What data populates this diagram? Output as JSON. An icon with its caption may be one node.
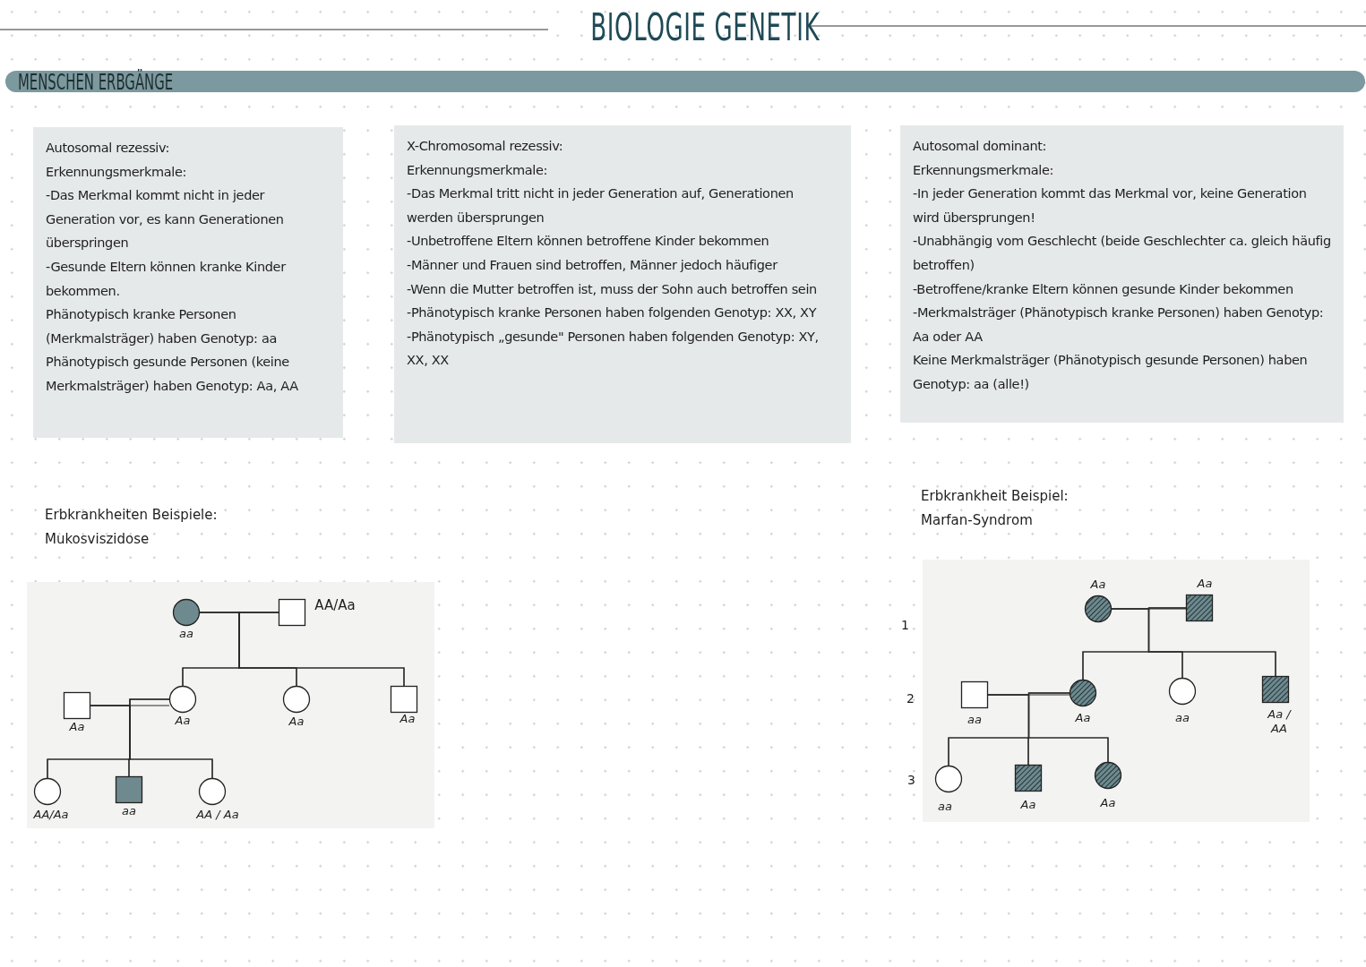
{
  "diagram": {
    "title": "BIOLOGIE GENETIK",
    "nodes": [
      {
        "text": [
          "MENSCHEN ERBGÄNGE"
        ]
      },
      {
        "text": [
          "Autosomal rezessiv:",
          "Erkennungsmerkmale:",
          "-Das Merkmal kommt nicht in jeder Generation vor, es kann Generationen überspringen",
          "-Gesunde Eltern können kranke Kinder bekommen.",
          "Phänotypisch kranke Personen (Merkmalsträger) haben Genotyp: aa",
          "Phänotypisch gesunde Personen (keine Merkmalsträger) haben Genotyp: Aa, AA"
        ]
      },
      {
        "text": [
          "X-Chromosomal rezessiv:",
          "Erkennungsmerkmale:",
          "-Das Merkmal tritt nicht in jeder Generation auf, Generationen werden übersprungen",
          "-Unbetroffene Eltern können betroffene Kinder bekommen",
          "-Männer und Frauen sind betroffen, Männer jedoch häufiger",
          "-Wenn die Mutter betroffen ist, muss der Sohn auch betroffen sein",
          "-Phänotypisch kranke Personen haben folgenden Genotyp: XX, XY",
          "-Phänotypisch „gesunde\" Personen haben folgenden Genotyp: XY, XX, XX"
        ]
      },
      {
        "text": [
          "Autosomal dominant:",
          "Erkennungsmerkmale:",
          "-In jeder Generation kommt das Merkmal vor, keine Generation wird übersprungen!",
          "-Unabhängig vom Geschlecht (beide Geschlechter ca. gleich häufig betroffen)",
          "-Betroffene/kranke Eltern können gesunde Kinder bekommen",
          "-Merkmalsträger (Phänotypisch kranke Personen) haben Genotyp: Aa oder AA",
          "Keine Merkmalsträger (Phänotypisch gesunde Personen) haben Genotyp: aa (alle!)"
        ]
      },
      {
        "text": [],
        "shape": "circle",
        "beside": [
          "aa"
        ]
      },
      {
        "text": [],
        "shape": "box",
        "beside": [
          "AA/Aa"
        ]
      },
      {
        "text": [],
        "shape": "box",
        "beside": [
          "Aa"
        ]
      },
      {
        "text": [],
        "shape": "circle",
        "beside": [
          "Aa"
        ]
      },
      {
        "text": [],
        "shape": "circle",
        "beside": [
          "Aa"
        ]
      },
      {
        "text": [],
        "shape": "box",
        "beside": [
          "Aa"
        ]
      },
      {
        "text": [],
        "shape": "circle",
        "beside": [
          "AA/Aa"
        ]
      },
      {
        "text": [],
        "shape": "box",
        "beside": [
          "aa"
        ]
      },
      {
        "text": [],
        "shape": "circle",
        "beside": [
          "AA / Aa"
        ]
      },
      {
        "text": [],
        "shape": "circle",
        "beside": [
          "Aa"
        ]
      },
      {
        "text": [],
        "shape": "box",
        "beside": [
          "Aa"
        ]
      },
      {
        "text": [],
        "shape": "box",
        "beside": [
          "aa"
        ]
      },
      {
        "text": [],
        "shape": "circle",
        "beside": [
          "Aa"
        ]
      },
      {
        "text": [],
        "shape": "circle",
        "beside": [
          "aa"
        ]
      },
      {
        "text": [],
        "shape": "box",
        "beside": [
          "Aa / AA"
        ]
      },
      {
        "text": [],
        "shape": "circle",
        "beside": [
          "aa"
        ]
      },
      {
        "text": [],
        "shape": "box",
        "beside": [
          "Aa"
        ]
      },
      {
        "text": [],
        "shape": "circle",
        "beside": [
          "Aa"
        ]
      }
    ],
    "edges": [
      {
        "from": 4,
        "to": 5,
        "arrow": "none"
      },
      {
        "from": 4,
        "to": 7,
        "arrow": "none"
      },
      {
        "from": 4,
        "to": 8,
        "arrow": "none"
      },
      {
        "from": 4,
        "to": 9,
        "arrow": "none"
      },
      {
        "from": 5,
        "to": 7,
        "arrow": "none"
      },
      {
        "from": 5,
        "to": 8,
        "arrow": "none"
      },
      {
        "from": 5,
        "to": 9,
        "arrow": "none"
      },
      {
        "from": 6,
        "to": 7,
        "arrow": "none"
      },
      {
        "from": 6,
        "to": 10,
        "arrow": "none"
      },
      {
        "from": 6,
        "to": 11,
        "arrow": "none"
      },
      {
        "from": 6,
        "to": 12,
        "arrow": "none"
      },
      {
        "from": 7,
        "to": 10,
        "arrow": "none"
      },
      {
        "from": 7,
        "to": 11,
        "arrow": "none"
      },
      {
        "from": 7,
        "to": 12,
        "arrow": "none"
      },
      {
        "from": 13,
        "to": 14,
        "arrow": "none"
      },
      {
        "from": 13,
        "to": 16,
        "arrow": "none"
      },
      {
        "from": 13,
        "to": 17,
        "arrow": "none"
      },
      {
        "from": 13,
        "to": 18,
        "arrow": "none"
      },
      {
        "from": 14,
        "to": 16,
        "arrow": "none"
      },
      {
        "from": 14,
        "to": 17,
        "arrow": "none"
      },
      {
        "from": 14,
        "to": 18,
        "arrow": "none"
      },
      {
        "from": 15,
        "to": 16,
        "arrow": "none"
      },
      {
        "from": 15,
        "to": 19,
        "arrow": "none"
      },
      {
        "from": 15,
        "to": 20,
        "arrow": "none"
      },
      {
        "from": 15,
        "to": 21,
        "arrow": "none"
      },
      {
        "from": 16,
        "to": 19,
        "arrow": "none"
      },
      {
        "from": 16,
        "to": 20,
        "arrow": "none"
      },
      {
        "from": 16,
        "to": 21,
        "arrow": "none"
      }
    ],
    "labels": [
      "Erbkrankheiten Beispiele:",
      "Mukosviszidose",
      "Erbkrankheit Beispiel:",
      "Marfan-Syndrom",
      "1",
      "2",
      "3"
    ]
  }
}
